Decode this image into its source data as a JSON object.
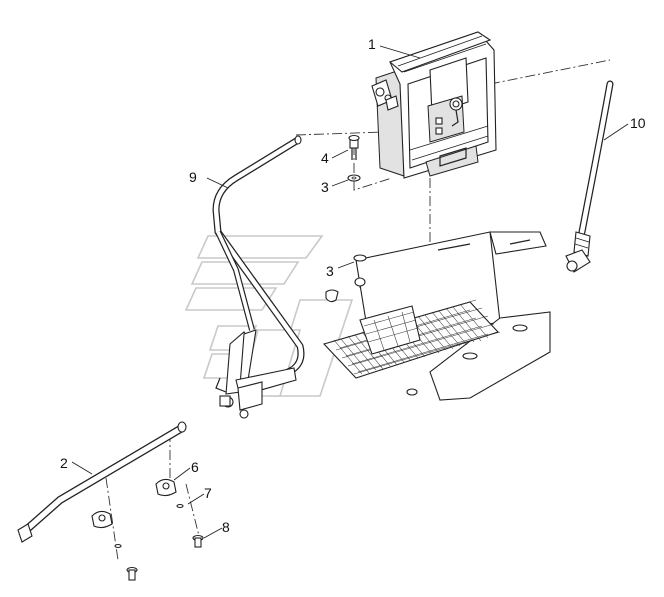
{
  "callouts": [
    {
      "id": "1",
      "label": "1"
    },
    {
      "id": "2",
      "label": "2"
    },
    {
      "id": "3a",
      "label": "3"
    },
    {
      "id": "3b",
      "label": "3"
    },
    {
      "id": "4",
      "label": "4"
    },
    {
      "id": "6",
      "label": "6"
    },
    {
      "id": "7",
      "label": "7"
    },
    {
      "id": "8",
      "label": "8"
    },
    {
      "id": "9",
      "label": "9"
    },
    {
      "id": "10",
      "label": "10"
    }
  ]
}
